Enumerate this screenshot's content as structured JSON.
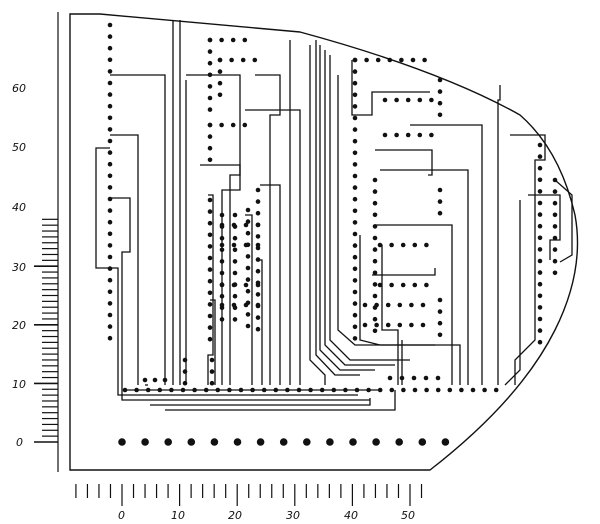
{
  "diagram": {
    "kind": "printed circuit board trace layout with ruler scales",
    "left_scale_labels": [
      "0",
      "10",
      "20",
      "30",
      "40",
      "50",
      "60"
    ],
    "bottom_scale_labels": [
      "0",
      "10",
      "20",
      "30",
      "40",
      "50"
    ],
    "connector_pad_count": 15,
    "colors": {
      "ink": "#111111",
      "paper": "#ffffff"
    }
  }
}
